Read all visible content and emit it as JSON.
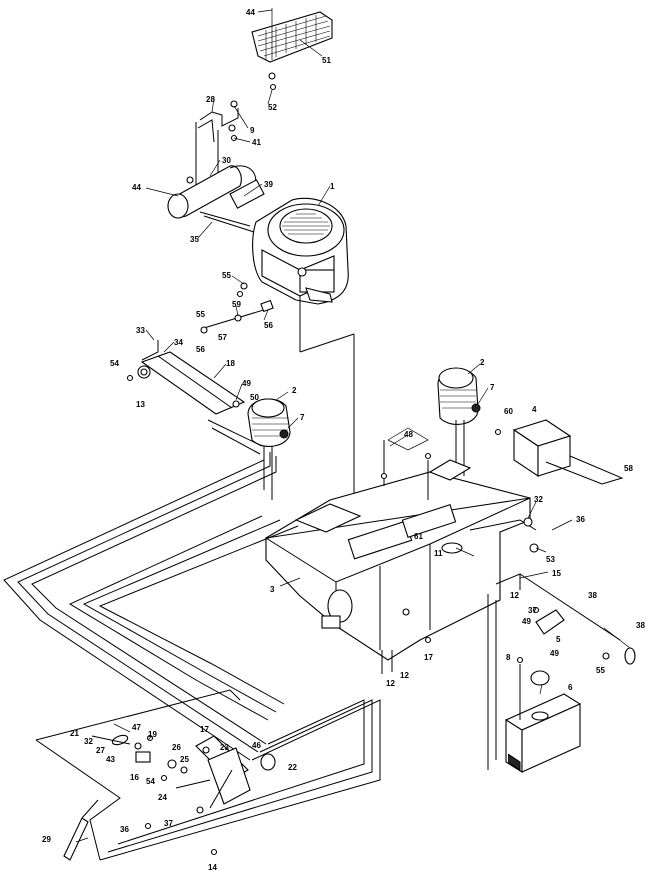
{
  "diagram": {
    "callouts": [
      {
        "id": "c44a",
        "text": "44"
      },
      {
        "id": "c51",
        "text": "51"
      },
      {
        "id": "c52a",
        "text": "52"
      },
      {
        "id": "c28",
        "text": "28"
      },
      {
        "id": "c9",
        "text": "9"
      },
      {
        "id": "c41",
        "text": "41"
      },
      {
        "id": "c30",
        "text": "30"
      },
      {
        "id": "c44b",
        "text": "44"
      },
      {
        "id": "c39",
        "text": "39"
      },
      {
        "id": "c1",
        "text": "1"
      },
      {
        "id": "c35",
        "text": "35"
      },
      {
        "id": "c55a",
        "text": "55"
      },
      {
        "id": "c55b",
        "text": "55"
      },
      {
        "id": "c56a",
        "text": "56"
      },
      {
        "id": "c56b",
        "text": "56"
      },
      {
        "id": "c59",
        "text": "59"
      },
      {
        "id": "c57",
        "text": "57"
      },
      {
        "id": "c33",
        "text": "33"
      },
      {
        "id": "c34",
        "text": "34"
      },
      {
        "id": "c54a",
        "text": "54"
      },
      {
        "id": "c18",
        "text": "18"
      },
      {
        "id": "c13",
        "text": "13"
      },
      {
        "id": "c49a",
        "text": "49"
      },
      {
        "id": "c50",
        "text": "50"
      },
      {
        "id": "c2a",
        "text": "2"
      },
      {
        "id": "c7a",
        "text": "7"
      },
      {
        "id": "c2b",
        "text": "2"
      },
      {
        "id": "c7b",
        "text": "7"
      },
      {
        "id": "c60",
        "text": "60"
      },
      {
        "id": "c4",
        "text": "4"
      },
      {
        "id": "c58",
        "text": "58"
      },
      {
        "id": "c48",
        "text": "48"
      },
      {
        "id": "c32a",
        "text": "32"
      },
      {
        "id": "c36a",
        "text": "36"
      },
      {
        "id": "c61",
        "text": "61"
      },
      {
        "id": "c11",
        "text": "11"
      },
      {
        "id": "c53",
        "text": "53"
      },
      {
        "id": "c15",
        "text": "15"
      },
      {
        "id": "c3",
        "text": "3"
      },
      {
        "id": "c38a",
        "text": "38"
      },
      {
        "id": "c12a",
        "text": "12"
      },
      {
        "id": "c37a",
        "text": "37"
      },
      {
        "id": "c49b",
        "text": "49"
      },
      {
        "id": "c5",
        "text": "5"
      },
      {
        "id": "c38b",
        "text": "38"
      },
      {
        "id": "c17a",
        "text": "17"
      },
      {
        "id": "c12b",
        "text": "12"
      },
      {
        "id": "c12c",
        "text": "12"
      },
      {
        "id": "c8",
        "text": "8"
      },
      {
        "id": "c49c",
        "text": "49"
      },
      {
        "id": "c55c",
        "text": "55"
      },
      {
        "id": "c6",
        "text": "6"
      },
      {
        "id": "c21",
        "text": "21"
      },
      {
        "id": "c47",
        "text": "47"
      },
      {
        "id": "c32b",
        "text": "32"
      },
      {
        "id": "c19",
        "text": "19"
      },
      {
        "id": "c27",
        "text": "27"
      },
      {
        "id": "c43",
        "text": "43"
      },
      {
        "id": "c17b",
        "text": "17"
      },
      {
        "id": "c26",
        "text": "26"
      },
      {
        "id": "c23",
        "text": "23"
      },
      {
        "id": "c46",
        "text": "46"
      },
      {
        "id": "c16",
        "text": "16"
      },
      {
        "id": "c54b",
        "text": "54"
      },
      {
        "id": "c22",
        "text": "22"
      },
      {
        "id": "c24",
        "text": "24"
      },
      {
        "id": "c25",
        "text": "25"
      },
      {
        "id": "c29",
        "text": "29"
      },
      {
        "id": "c36b",
        "text": "36"
      },
      {
        "id": "c37b",
        "text": "37"
      },
      {
        "id": "c14",
        "text": "14"
      }
    ]
  }
}
